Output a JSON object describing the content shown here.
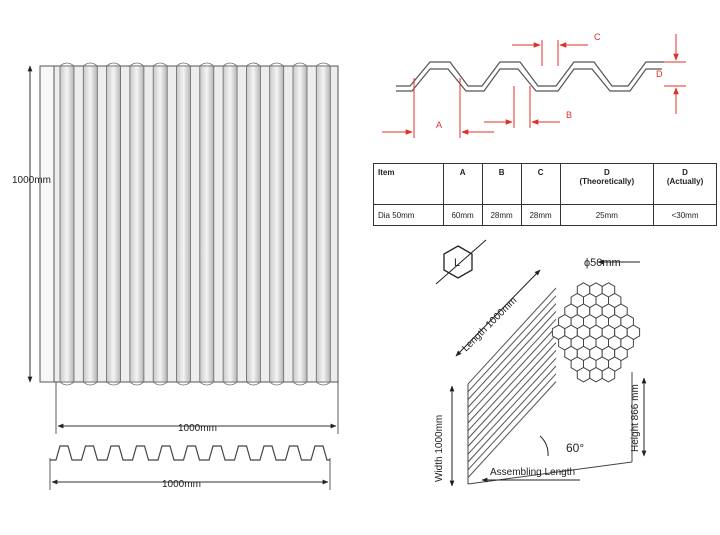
{
  "panel_front": {
    "height_label": "1000mm",
    "width_label": "1000mm"
  },
  "panel_edge": {
    "width_label": "1000mm"
  },
  "profile": {
    "label_a": "A",
    "label_b": "B",
    "label_c": "C",
    "label_d": "D"
  },
  "table": {
    "headers": [
      "Item",
      "A",
      "B",
      "C",
      "D\n(Theoretically)",
      "D\n(Actually)"
    ],
    "rows": [
      [
        "Dia 50mm",
        "60mm",
        "28mm",
        "28mm",
        "25mm",
        "<30mm"
      ]
    ]
  },
  "block": {
    "hex_label": "L",
    "diameter": "ϕ50mm",
    "length": "Length 1000mm",
    "height": "Height 866 mm",
    "width": "Width 1000mm",
    "angle": "60°",
    "assembling": "Assembling Length"
  }
}
